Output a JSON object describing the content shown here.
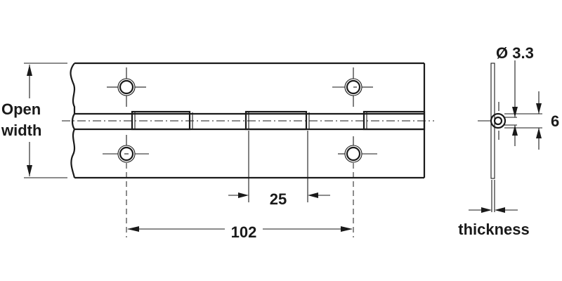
{
  "diagram": {
    "subject": "Piano hinge technical drawing",
    "labels": {
      "open_width_line1": "Open",
      "open_width_line2": "width",
      "knuckle_length": "25",
      "hole_spacing": "102",
      "pin_diameter": "Ø 3.3",
      "knuckle_diameter": "6",
      "thickness": "thickness"
    },
    "colors": {
      "line": "#1a1a1a",
      "background": "#ffffff"
    }
  }
}
